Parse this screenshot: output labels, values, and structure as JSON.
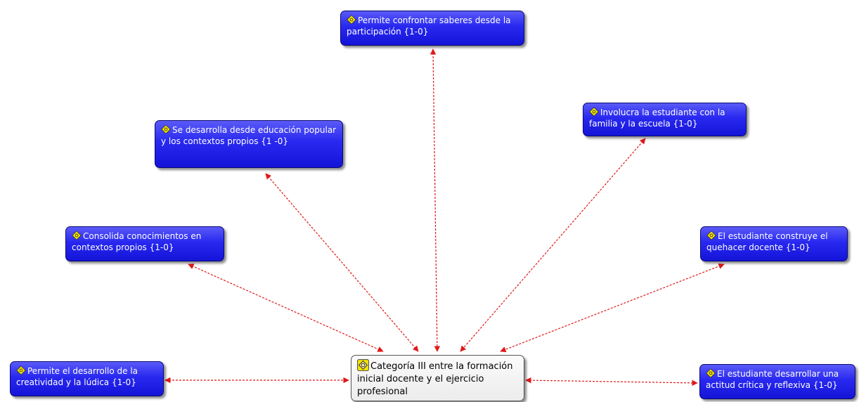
{
  "diagram": {
    "central_node": {
      "label": "Categoría III entre la formación inicial docente y el ejercicio profesional",
      "icon": "code-diamond-icon"
    },
    "nodes": [
      {
        "id": "n1",
        "label": "Permite confrontar saberes desde la participación {1-0}",
        "icon": "code-diamond-icon"
      },
      {
        "id": "n2",
        "label": "Involucra la estudiante con la familia y la escuela {1-0}",
        "icon": "code-diamond-icon"
      },
      {
        "id": "n3",
        "label": "Se desarrolla desde educación popular y los contextos propios {1 -0}",
        "icon": "code-diamond-icon"
      },
      {
        "id": "n4",
        "label": "Consolida conocimientos en contextos propios {1-0}",
        "icon": "code-diamond-icon"
      },
      {
        "id": "n5",
        "label": "El estudiante construye el quehacer docente {1-0}",
        "icon": "code-diamond-icon"
      },
      {
        "id": "n6",
        "label": "Permite el desarrollo de la creatividad y la lúdica {1-0}",
        "icon": "code-diamond-icon"
      },
      {
        "id": "n7",
        "label": "El estudiante desarrollar una actitud crítica y reflexiva {1-0}",
        "icon": "code-diamond-icon"
      }
    ],
    "link_style": {
      "color": "#e01818",
      "dashed": true,
      "bidirectional": true
    },
    "colors": {
      "node_fill": "#2424ee",
      "central_fill": "#f2f2f2",
      "icon_fill": "#f5e400"
    }
  }
}
